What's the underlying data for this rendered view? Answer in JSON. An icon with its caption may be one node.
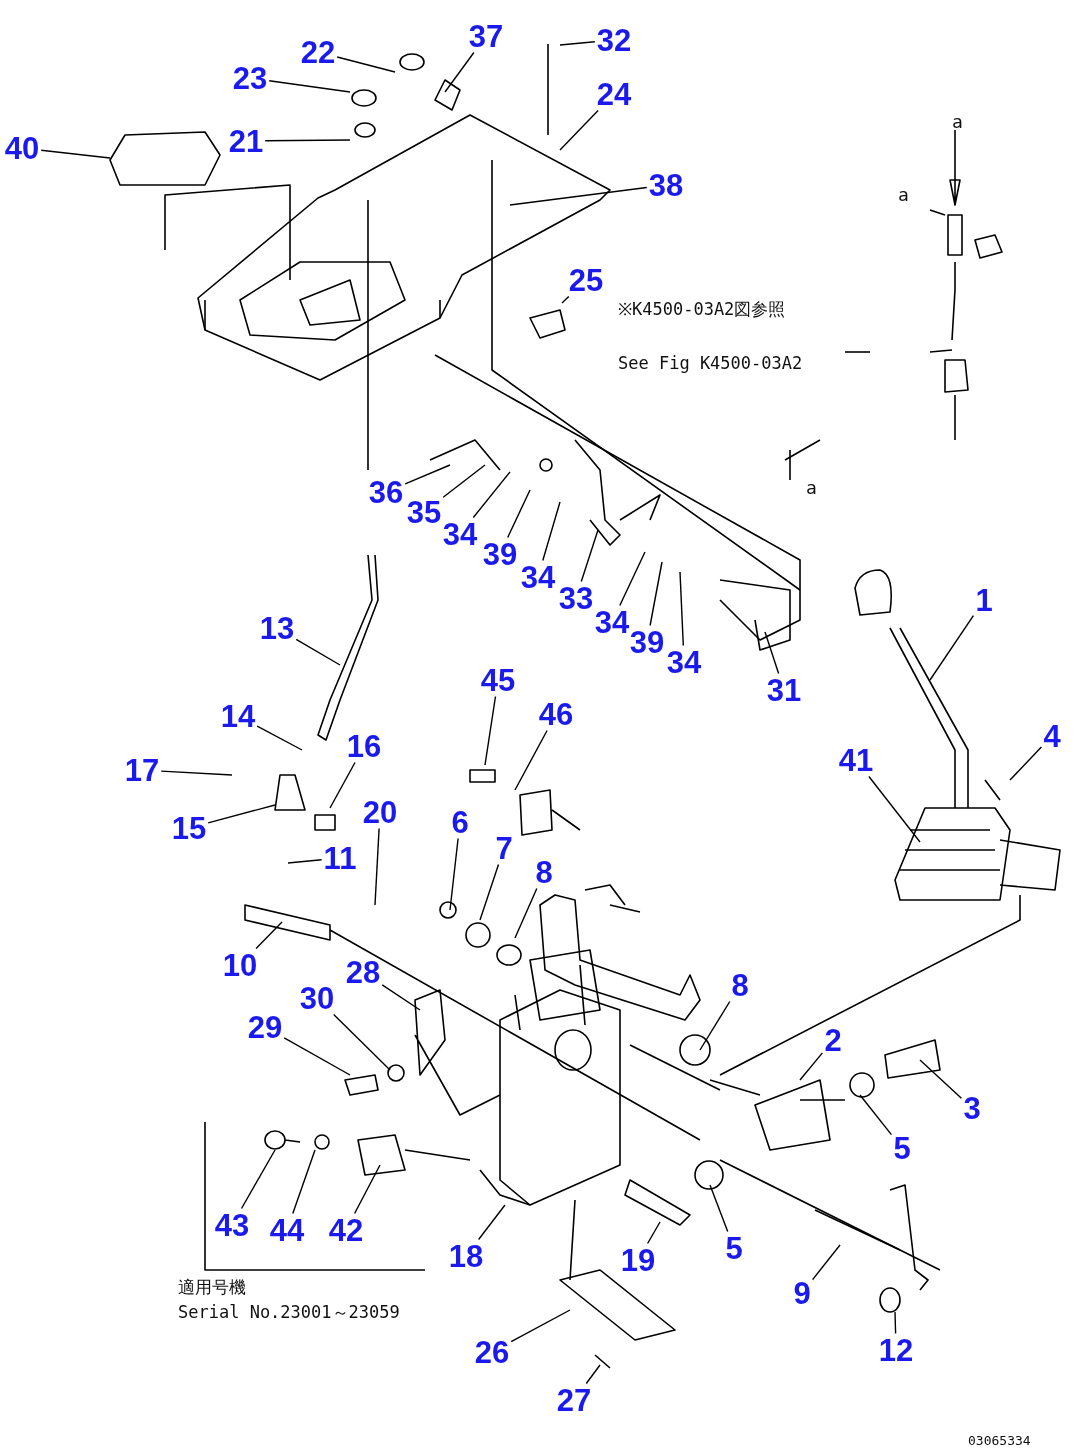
{
  "diagram": {
    "nodes": [
      {
        "text": [
          "40"
        ]
      },
      {
        "text": [
          "23"
        ]
      },
      {
        "text": [
          "22"
        ]
      },
      {
        "text": [
          "37"
        ]
      },
      {
        "text": [
          "32"
        ]
      },
      {
        "text": [
          "21"
        ]
      },
      {
        "text": [
          "24"
        ]
      },
      {
        "text": [
          "38"
        ]
      },
      {
        "text": [
          "25"
        ]
      },
      {
        "text": [
          "36"
        ]
      },
      {
        "text": [
          "35"
        ]
      },
      {
        "text": [
          "34"
        ]
      },
      {
        "text": [
          "39"
        ]
      },
      {
        "text": [
          "34"
        ]
      },
      {
        "text": [
          "33"
        ]
      },
      {
        "text": [
          "34"
        ]
      },
      {
        "text": [
          "39"
        ]
      },
      {
        "text": [
          "34"
        ]
      },
      {
        "text": [
          "31"
        ]
      },
      {
        "text": [
          "13"
        ]
      },
      {
        "text": [
          "1"
        ]
      },
      {
        "text": [
          "14"
        ]
      },
      {
        "text": [
          "16"
        ]
      },
      {
        "text": [
          "17"
        ]
      },
      {
        "text": [
          "15"
        ]
      },
      {
        "text": [
          "11"
        ]
      },
      {
        "text": [
          "20"
        ]
      },
      {
        "text": [
          "45"
        ]
      },
      {
        "text": [
          "46"
        ]
      },
      {
        "text": [
          "6"
        ]
      },
      {
        "text": [
          "7"
        ]
      },
      {
        "text": [
          "8"
        ]
      },
      {
        "text": [
          "4"
        ]
      },
      {
        "text": [
          "41"
        ]
      },
      {
        "text": [
          "10"
        ]
      },
      {
        "text": [
          "28"
        ]
      },
      {
        "text": [
          "30"
        ]
      },
      {
        "text": [
          "29"
        ]
      },
      {
        "text": [
          "8"
        ]
      },
      {
        "text": [
          "2"
        ]
      },
      {
        "text": [
          "3"
        ]
      },
      {
        "text": [
          "5"
        ]
      },
      {
        "text": [
          "43"
        ]
      },
      {
        "text": [
          "44"
        ]
      },
      {
        "text": [
          "42"
        ]
      },
      {
        "text": [
          "18"
        ]
      },
      {
        "text": [
          "19"
        ]
      },
      {
        "text": [
          "5"
        ]
      },
      {
        "text": [
          "9"
        ]
      },
      {
        "text": [
          "26"
        ]
      },
      {
        "text": [
          "27"
        ]
      },
      {
        "text": [
          "12"
        ]
      }
    ],
    "edges": [
      {
        "from": 0,
        "to": null,
        "arrow": "none"
      },
      {
        "from": 1,
        "to": null,
        "arrow": "none"
      },
      {
        "from": 2,
        "to": null,
        "arrow": "none"
      },
      {
        "from": 3,
        "to": null,
        "arrow": "none"
      },
      {
        "from": 4,
        "to": null,
        "arrow": "none"
      },
      {
        "from": 5,
        "to": null,
        "arrow": "none"
      },
      {
        "from": 6,
        "to": null,
        "arrow": "none"
      },
      {
        "from": 7,
        "to": null,
        "arrow": "none"
      },
      {
        "from": 8,
        "to": null,
        "arrow": "none"
      },
      {
        "from": 9,
        "to": null,
        "arrow": "none"
      },
      {
        "from": 10,
        "to": null,
        "arrow": "none"
      },
      {
        "from": 11,
        "to": null,
        "arrow": "none"
      },
      {
        "from": 12,
        "to": null,
        "arrow": "none"
      },
      {
        "from": 13,
        "to": null,
        "arrow": "none"
      },
      {
        "from": 14,
        "to": null,
        "arrow": "none"
      },
      {
        "from": 15,
        "to": null,
        "arrow": "none"
      },
      {
        "from": 16,
        "to": null,
        "arrow": "none"
      },
      {
        "from": 17,
        "to": null,
        "arrow": "none"
      },
      {
        "from": 18,
        "to": null,
        "arrow": "none"
      },
      {
        "from": 19,
        "to": null,
        "arrow": "none"
      },
      {
        "from": 20,
        "to": null,
        "arrow": "none"
      },
      {
        "from": 21,
        "to": null,
        "arrow": "none"
      },
      {
        "from": 22,
        "to": null,
        "arrow": "none"
      },
      {
        "from": 23,
        "to": null,
        "arrow": "none"
      },
      {
        "from": 24,
        "to": null,
        "arrow": "none"
      },
      {
        "from": 25,
        "to": null,
        "arrow": "none"
      },
      {
        "from": 26,
        "to": null,
        "arrow": "none"
      },
      {
        "from": 27,
        "to": null,
        "arrow": "none"
      },
      {
        "from": 28,
        "to": null,
        "arrow": "none"
      },
      {
        "from": 29,
        "to": null,
        "arrow": "none"
      },
      {
        "from": 30,
        "to": null,
        "arrow": "none"
      },
      {
        "from": 31,
        "to": null,
        "arrow": "none"
      },
      {
        "from": 32,
        "to": null,
        "arrow": "none"
      },
      {
        "from": 33,
        "to": null,
        "arrow": "none"
      },
      {
        "from": 34,
        "to": null,
        "arrow": "none"
      },
      {
        "from": 35,
        "to": null,
        "arrow": "none"
      },
      {
        "from": 36,
        "to": null,
        "arrow": "none"
      },
      {
        "from": 37,
        "to": null,
        "arrow": "none"
      },
      {
        "from": 38,
        "to": null,
        "arrow": "none"
      },
      {
        "from": 39,
        "to": null,
        "arrow": "none"
      },
      {
        "from": 40,
        "to": null,
        "arrow": "none"
      },
      {
        "from": 41,
        "to": null,
        "arrow": "none"
      },
      {
        "from": 42,
        "to": null,
        "arrow": "none"
      },
      {
        "from": 43,
        "to": null,
        "arrow": "none"
      },
      {
        "from": 44,
        "to": null,
        "arrow": "none"
      },
      {
        "from": 45,
        "to": null,
        "arrow": "none"
      },
      {
        "from": 46,
        "to": null,
        "arrow": "none"
      },
      {
        "from": 47,
        "to": null,
        "arrow": "none"
      },
      {
        "from": 48,
        "to": null,
        "arrow": "none"
      },
      {
        "from": 49,
        "to": null,
        "arrow": "none"
      },
      {
        "from": 50,
        "to": null,
        "arrow": "none"
      },
      {
        "from": 51,
        "to": null,
        "arrow": "none"
      }
    ],
    "labels": [
      "a",
      "a",
      "※K4500-03A2図参照",
      "See Fig K4500-03A2",
      "a",
      "適用号機",
      "Serial No.23001～23059",
      "03065334"
    ]
  }
}
